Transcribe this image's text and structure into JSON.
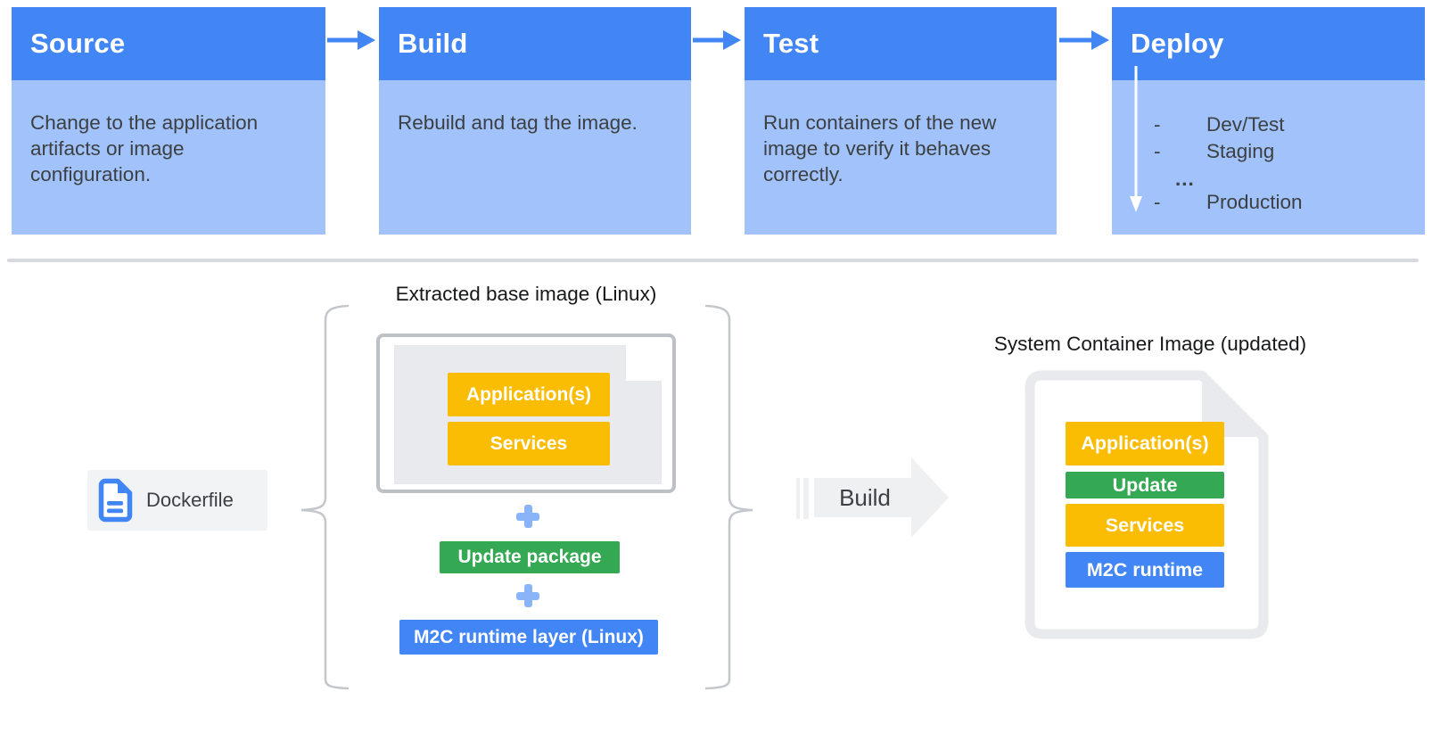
{
  "pipeline": {
    "stages": [
      {
        "title": "Source",
        "description": "Change to the application artifacts or image configuration."
      },
      {
        "title": "Build",
        "description": "Rebuild and tag the image."
      },
      {
        "title": "Test",
        "description": "Run containers of the new image to verify it behaves correctly."
      },
      {
        "title": "Deploy",
        "bullet": "-",
        "items": [
          "Dev/Test",
          "Staging",
          "...",
          "Production"
        ]
      }
    ]
  },
  "diagram": {
    "extracted_base_image": {
      "title": "Extracted base image (Linux)",
      "document_layers": [
        "Application(s)",
        "Services"
      ],
      "plus_sign": "+",
      "update_package_label": "Update package",
      "runtime_layer_label": "M2C runtime layer (Linux)"
    },
    "dockerfile_label": "Dockerfile",
    "build_arrow_label": "Build",
    "system_container_image": {
      "title": "System Container Image (updated)",
      "layers": [
        "Application(s)",
        "Update",
        "Services",
        "M2C runtime"
      ]
    }
  },
  "palette": {
    "header_blue": "#4285f4",
    "body_light_blue": "#a1c2fa",
    "layer_yellow": "#fbbc04",
    "layer_green": "#34a853",
    "layer_blue": "#4285f4",
    "plus_light_blue": "#8ab4f8",
    "dark_text": "#3c4043"
  }
}
